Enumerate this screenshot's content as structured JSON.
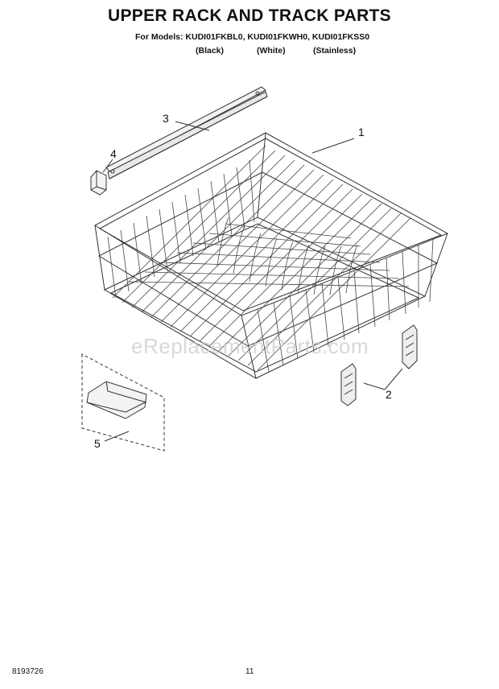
{
  "header": {
    "title": "UPPER RACK AND TRACK PARTS",
    "models_line": "For Models: KUDI01FKBL0, KUDI01FKWH0, KUDI01FKSS0",
    "variants": [
      "(Black)",
      "(White)",
      "(Stainless)"
    ]
  },
  "callouts": [
    "1",
    "2",
    "3",
    "4",
    "5"
  ],
  "watermark": "eReplacementParts.com",
  "footer": {
    "doc_number": "8193726",
    "page_number": "11"
  }
}
